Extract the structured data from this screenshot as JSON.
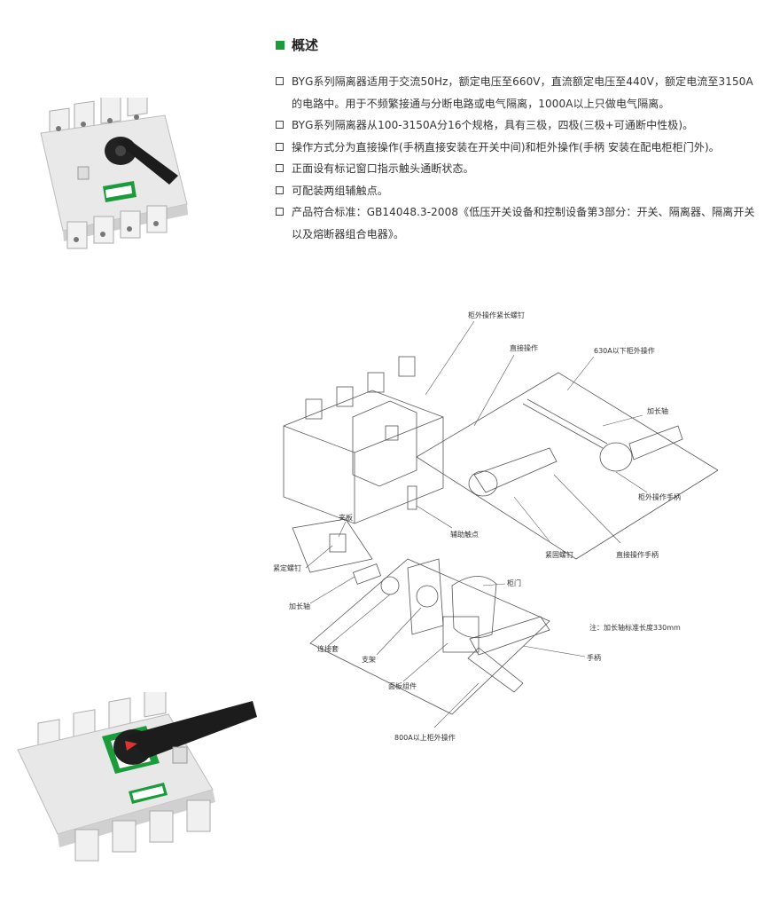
{
  "overview": {
    "title": "概述",
    "accent_color": "#1a9c3a",
    "bullets": [
      "BYG系列隔离器适用于交流50Hz，额定电压至660V，直流额定电压至440V，额定电流至3150A的电路中。用于不频繁接通与分断电路或电气隔离，1000A以上只做电气隔离。",
      "BYG系列隔离器从100-3150A分16个规格，具有三极，四极(三极+可通断中性极)。",
      "操作方式分为直接操作(手柄直接安装在开关中间)和柜外操作(手柄 安装在配电柜柜门外)。",
      "正面设有标记窗口指示触头通断状态。",
      "可配装两组辅触点。",
      "产品符合标准：GB14048.3-2008《低压开关设备和控制设备第3部分：开关、隔离器、隔离开关以及熔断器组合电器》。"
    ]
  },
  "diagram": {
    "labels": {
      "long_screw": "柜外操作紧长螺钉",
      "direct_op": "直接操作",
      "below_630": "630A以下柜外操作",
      "ext_shaft_top": "加长轴",
      "cabinet_handle": "柜外操作手柄",
      "aux_contact": "辅助触点",
      "fix_screw": "紧固螺钉",
      "direct_handle": "直接操作手柄",
      "clamp": "夹板",
      "set_screw": "紧定螺钉",
      "ext_shaft_left": "加长轴",
      "door": "柜门",
      "note": "注：加长轴标准长度330mm",
      "handle": "手柄",
      "coupling": "连接套",
      "bracket": "支架",
      "panel": "面板组件",
      "above_800": "800A以上柜外操作"
    }
  }
}
